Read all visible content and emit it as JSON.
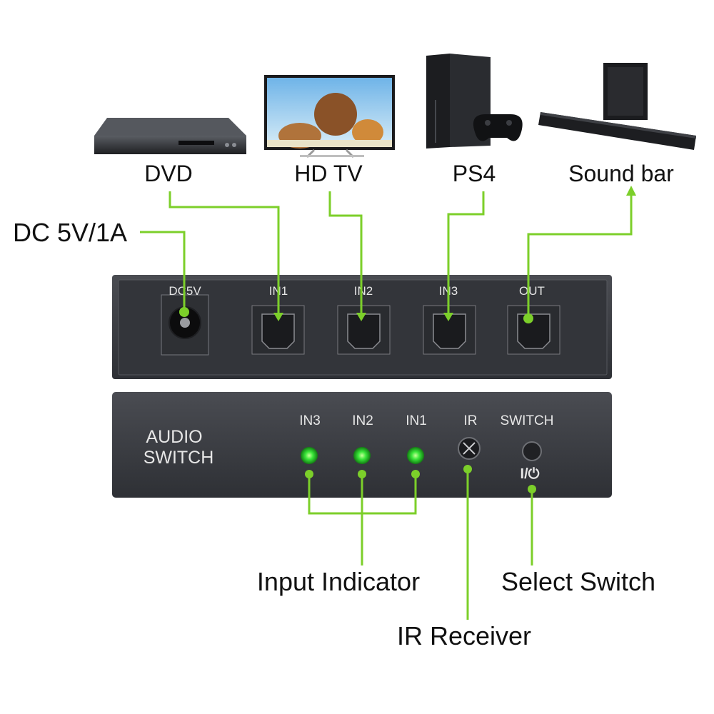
{
  "devices": [
    {
      "id": "dvd",
      "label": "DVD"
    },
    {
      "id": "tv",
      "label": "HD TV"
    },
    {
      "id": "ps4",
      "label": "PS4"
    },
    {
      "id": "soundbar",
      "label": "Sound bar"
    }
  ],
  "power_callout": {
    "label": "DC 5V/1A"
  },
  "rear_panel": {
    "ports": [
      {
        "id": "dc",
        "label": "DC5V"
      },
      {
        "id": "in1",
        "label": "IN1"
      },
      {
        "id": "in2",
        "label": "IN2"
      },
      {
        "id": "in3",
        "label": "IN3"
      },
      {
        "id": "out",
        "label": "OUT"
      }
    ]
  },
  "front_panel": {
    "title_line1": "AUDIO",
    "title_line2": "SWITCH",
    "leds": [
      {
        "id": "led3",
        "label": "IN3"
      },
      {
        "id": "led2",
        "label": "IN2"
      },
      {
        "id": "led1",
        "label": "IN1"
      }
    ],
    "ir_label": "IR",
    "switch_label": "SWITCH",
    "power_symbol": "I/⏻"
  },
  "callouts": {
    "input_indicator": "Input Indicator",
    "select_switch": "Select Switch",
    "ir_receiver": "IR Receiver"
  },
  "colors": {
    "wire": "#7ccf2a",
    "led": "#39e639",
    "panel": "#3a3c41"
  }
}
